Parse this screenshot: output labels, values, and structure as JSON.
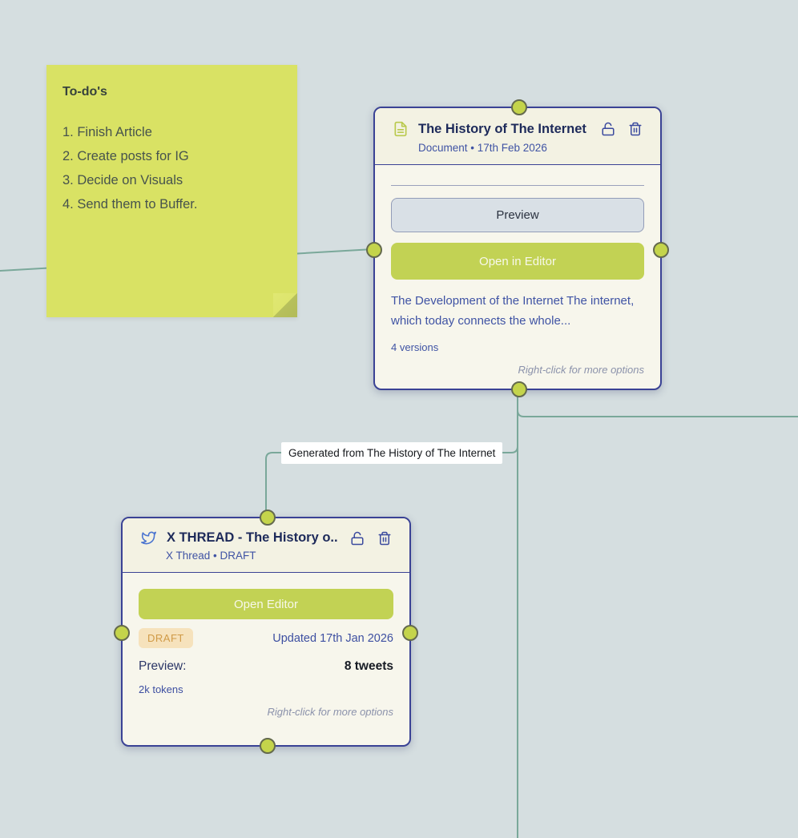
{
  "colors": {
    "canvas_background": "#d5dee0",
    "edge": "#7aa89a",
    "handle_fill": "#c4d44b",
    "card_border": "#3a4295",
    "accent_lime": "#c2d254",
    "title_navy": "#1d2a5a",
    "link_indigo": "#3f53a4",
    "sticky_note_bg": "#d9e264",
    "draft_badge_bg": "#f6e2bc",
    "draft_badge_text": "#d09a46"
  },
  "sticky_note": {
    "title": "To-do's",
    "items": [
      "1. Finish Article",
      "2. Create posts for IG",
      "3. Decide on Visuals",
      "4. Send them to Buffer."
    ]
  },
  "edge_label": {
    "text": "Generated from The History of The Internet"
  },
  "document_card": {
    "title": "The History of The Internet",
    "subtitle": "Document • 17th Feb 2026",
    "preview_button_label": "Preview",
    "open_button_label": "Open in Editor",
    "preview_text": "The Development of the Internet The internet, which today connects the whole...",
    "versions_label": "4 versions",
    "context_hint": "Right-click for more options"
  },
  "xthread_card": {
    "title": "X THREAD - The History o...",
    "subtitle": "X Thread • DRAFT",
    "open_button_label": "Open Editor",
    "status_badge": "DRAFT",
    "updated_label": "Updated 17th Jan 2026",
    "preview_label": "Preview:",
    "tweet_count": "8 tweets",
    "token_count": "2k tokens",
    "context_hint": "Right-click for more options"
  }
}
